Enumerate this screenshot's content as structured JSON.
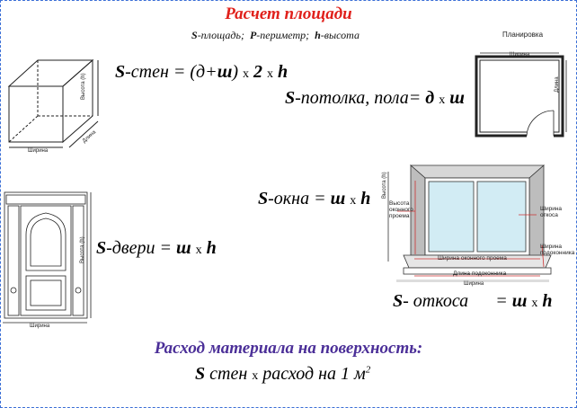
{
  "title": "Расчет площади",
  "legend": {
    "s_sym": "S",
    "s_text": "-площадь;",
    "p_sym": "P",
    "p_text": "-периметр;",
    "h_sym": "h",
    "h_text": "-высота"
  },
  "plan_label": "Планировка",
  "formula_walls": {
    "s": "S",
    "label": "-стен = (д+",
    "w": "ш",
    "close": ")",
    "x1": "х",
    "two": "2",
    "x2": "х",
    "h": "h"
  },
  "formula_ceiling": {
    "s": "S",
    "label": "-потолка, пола=",
    "d": "д",
    "x": "х",
    "w": "ш"
  },
  "formula_window": {
    "s": "S",
    "label": "-окна =",
    "w": "ш",
    "x": "х",
    "h": "h"
  },
  "formula_door": {
    "s": "S",
    "label": "-двери =",
    "w": "ш",
    "x": "х",
    "h": "h"
  },
  "formula_slope": {
    "s": "S",
    "label": "- откоса",
    "eq": "=",
    "w": "ш",
    "x": "х",
    "h": "h"
  },
  "consumption": {
    "title": "Расход материала на поверхность:",
    "s": "S",
    "text": "стен",
    "x": "х",
    "text2": "расход на 1 м",
    "exp": "2"
  },
  "box_labels": {
    "width": "Ширина",
    "height": "Высота (h)",
    "length": "Длина"
  },
  "plan_labels": {
    "width": "Ширина",
    "length": "Длина"
  },
  "door_labels": {
    "width": "Ширина",
    "height": "Высота (h)"
  },
  "window_labels": {
    "height_opening": "Высота оконного проема",
    "width_opening": "Ширина оконного проема",
    "sill_length": "Длина подоконника",
    "sill_width": "Ширина",
    "slope_width": "Ширина откоса",
    "sill_width_right": "Ширина подоконника",
    "height_h": "Высота (h)"
  }
}
